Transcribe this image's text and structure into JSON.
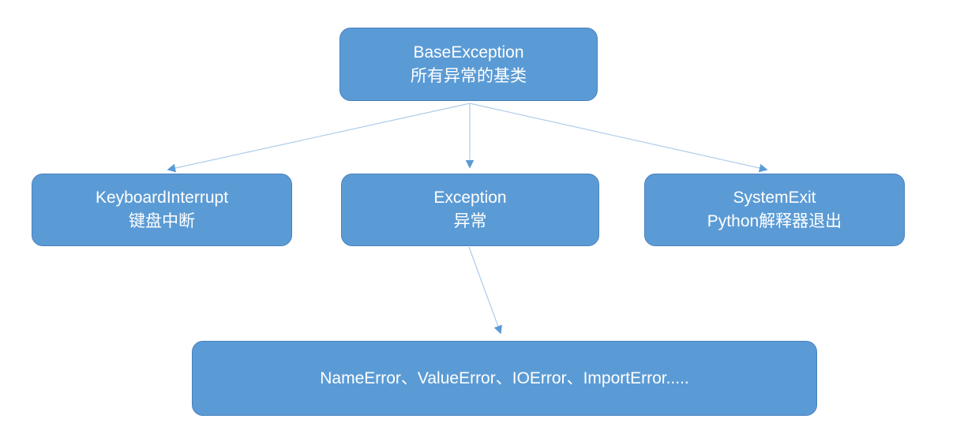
{
  "diagram": {
    "title_semantic": "Python exception hierarchy",
    "colors": {
      "node_fill": "#5b9bd5",
      "node_border": "#4a80bd",
      "node_text": "#ffffff",
      "connector_line": "#aecbea",
      "arrowhead": "#5b9bd5",
      "background": "#ffffff"
    },
    "nodes": {
      "base_exception": {
        "title": "BaseException",
        "subtitle": "所有异常的基类"
      },
      "keyboard_interrupt": {
        "title": "KeyboardInterrupt",
        "subtitle": "键盘中断"
      },
      "exception": {
        "title": "Exception",
        "subtitle": "异常"
      },
      "system_exit": {
        "title": "SystemExit",
        "subtitle": "Python解释器退出"
      },
      "exception_subclasses": {
        "title": "NameError、ValueError、IOError、ImportError....."
      }
    },
    "edges": [
      {
        "from": "base_exception",
        "to": "keyboard_interrupt"
      },
      {
        "from": "base_exception",
        "to": "exception"
      },
      {
        "from": "base_exception",
        "to": "system_exit"
      },
      {
        "from": "exception",
        "to": "exception_subclasses"
      }
    ]
  }
}
